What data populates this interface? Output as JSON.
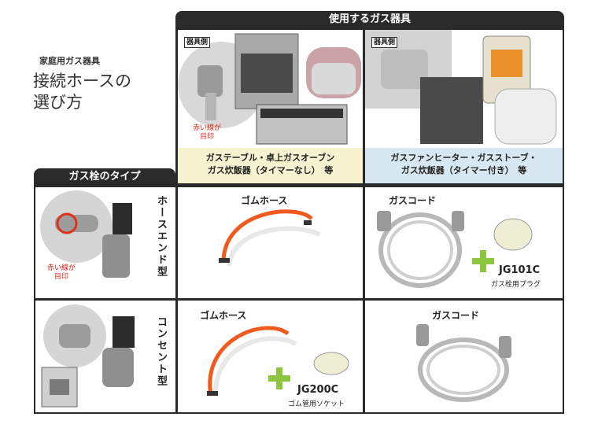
{
  "page": {
    "subtitle": "家庭用ガス器具",
    "title_line1": "接続ホースの",
    "title_line2": "選び方"
  },
  "header_appliances": "使用するガス器具",
  "header_valve_type": "ガス栓のタイプ",
  "appliance_columns": [
    {
      "badge": "器具側",
      "red_mark_line1": "赤い線が",
      "red_mark_line2": "目印",
      "caption_line1": "ガステーブル・卓上ガスオーブン",
      "caption_line2": "ガス炊飯器（タイマーなし）　等"
    },
    {
      "badge": "器具側",
      "caption_line1": "ガスファンヒーター・ガスストーブ・",
      "caption_line2": "ガス炊飯器（タイマー付き）　等"
    }
  ],
  "valve_rows": [
    {
      "label": "ホースエンド型",
      "red_mark_line1": "赤い線が",
      "red_mark_line2": "目印",
      "col1": {
        "product": "ゴムホース"
      },
      "col2": {
        "product": "ガスコード",
        "accessory_code": "JG101C",
        "accessory_desc": "ガス栓用プラグ"
      }
    },
    {
      "label": "コンセント型",
      "col1": {
        "product": "ゴムホース",
        "accessory_code": "JG200C",
        "accessory_desc": "ゴム管用ソケット"
      },
      "col2": {
        "product": "ガスコード"
      }
    }
  ],
  "colors": {
    "frame": "#2a2a2a",
    "hose_orange": "#f05a1e",
    "plus_green": "#8cc63f",
    "caption_yellow": "#f7f2cf",
    "caption_blue": "#d8e8f2"
  }
}
